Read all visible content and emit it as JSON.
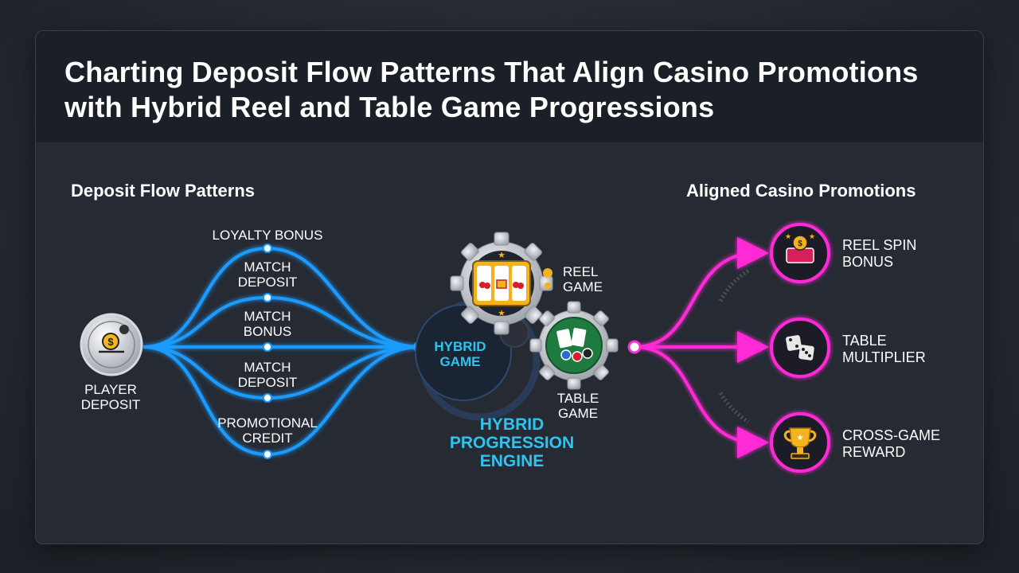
{
  "title": "Charting Deposit Flow Patterns That Align Casino Promotions with Hybrid Reel and Table Game Progressions",
  "left_heading": "Deposit Flow Patterns",
  "right_heading": "Aligned Casino Promotions",
  "source_node": "PLAYER\nDEPOSIT",
  "deposit_patterns": [
    "LOYALTY BONUS",
    "MATCH\nDEPOSIT",
    "MATCH\nBONUS",
    "MATCH\nDEPOSIT",
    "PROMOTIONAL\nCREDIT"
  ],
  "hub": "HYBRID\nGAME",
  "reel_game": "REEL\nGAME",
  "table_game": "TABLE\nGAME",
  "engine": "HYBRID\nPROGRESSION\nENGINE",
  "promotions": [
    {
      "label": "REEL SPIN\nBONUS",
      "icon": "slot-bonus-icon"
    },
    {
      "label": "TABLE\nMULTIPLIER",
      "icon": "dice-icon"
    },
    {
      "label": "CROSS-GAME\nREWARD",
      "icon": "trophy-icon"
    }
  ],
  "colors": {
    "blue_flow": "#1e9bff",
    "magenta_flow": "#ff2bd6",
    "cyan_text": "#2ec4f0"
  }
}
